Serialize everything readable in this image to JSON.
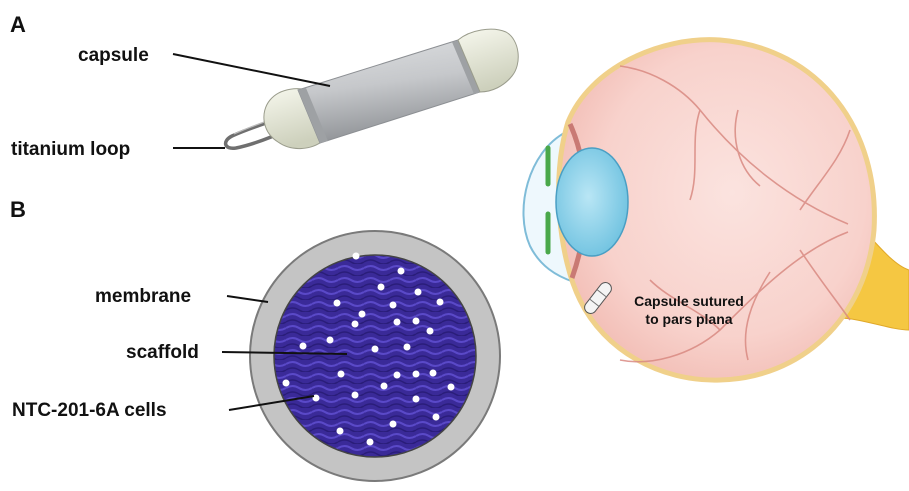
{
  "panels": {
    "a": "A",
    "b": "B"
  },
  "labels": {
    "capsule": "capsule",
    "titanium_loop": "titanium loop",
    "membrane": "membrane",
    "scaffold": "scaffold",
    "cells": "NTC-201-6A cells"
  },
  "eye_note": {
    "line1": "Capsule sutured",
    "line2": "to pars plana"
  },
  "colors": {
    "membrane": "#c4c4c4",
    "scaffold": "#3a2c9a",
    "capsule_body": "#c8cacd",
    "capsule_cap": "#ecefdf",
    "sclera": "#f6c9c3",
    "lens": "#8fd3ea",
    "optic_nerve": "#f5c742"
  }
}
